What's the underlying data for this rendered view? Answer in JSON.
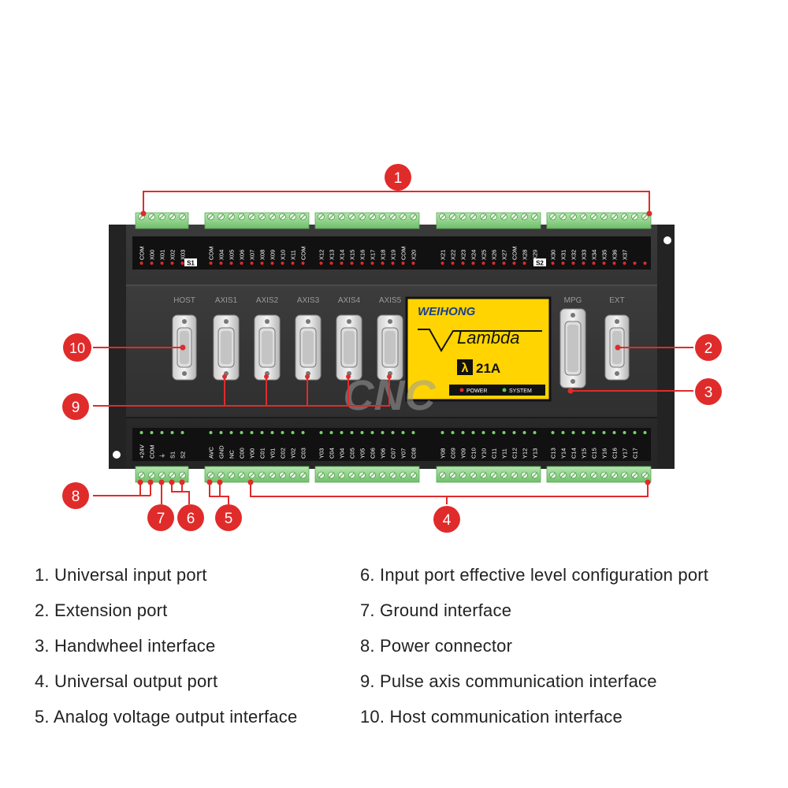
{
  "device": {
    "brand": "WEIHONG",
    "product": "Lambda",
    "model": "21A",
    "model_symbol": "λ",
    "indicator_power": "POWER",
    "indicator_system": "SYSTEM",
    "watermark": "CNC",
    "port_labels": [
      "HOST",
      "AXIS1",
      "AXIS2",
      "AXIS3",
      "AXIS4",
      "AXIS5",
      "MPG",
      "EXT"
    ],
    "s1": "S1",
    "s2": "S2",
    "top_terminal_labels": [
      "COM",
      "X00",
      "X01",
      "X02",
      "X03",
      "COM",
      "X04",
      "X05",
      "X06",
      "X07",
      "X08",
      "X09",
      "X10",
      "X11",
      "COM",
      "X12",
      "X13",
      "X14",
      "X15",
      "X16",
      "X17",
      "X18",
      "X19",
      "COM",
      "X20",
      "X21",
      "X22",
      "X23",
      "X24",
      "X25",
      "X26",
      "X27",
      "COM",
      "X28",
      "X29",
      "X30",
      "X31",
      "X32",
      "X33",
      "X34",
      "X35",
      "X36",
      "X37"
    ],
    "bottom_terminal_labels": [
      "+24V",
      "COM",
      "⏚",
      "S1",
      "S2",
      "AVC",
      "GND",
      "NC",
      "C00",
      "Y00",
      "C01",
      "Y01",
      "C02",
      "Y02",
      "C03",
      "Y03",
      "C04",
      "Y04",
      "C05",
      "Y05",
      "C06",
      "Y06",
      "C07",
      "Y07",
      "C08",
      "Y08",
      "C09",
      "Y09",
      "C10",
      "Y10",
      "C11",
      "Y11",
      "C12",
      "Y12",
      "Y13",
      "C13",
      "Y14",
      "C14",
      "Y15",
      "C15",
      "Y16",
      "C16",
      "Y17",
      "C17"
    ]
  },
  "callouts": [
    "1",
    "2",
    "3",
    "4",
    "5",
    "6",
    "7",
    "8",
    "9",
    "10"
  ],
  "legend": [
    "1. Universal input port",
    "2. Extension port",
    "3. Handwheel interface",
    "4. Universal output port",
    "5. Analog voltage output interface",
    "6. Input port effective level configuration port",
    "7. Ground interface",
    "8. Power connector",
    "9. Pulse axis communication interface",
    "10. Host communication interface"
  ],
  "colors": {
    "callout_red": "#e02b2b",
    "panel_dark": "#2b2b2b",
    "panel_mid": "#3a3a3a",
    "label_yellow": "#ffd400",
    "terminal_green": "#8ed18a"
  }
}
